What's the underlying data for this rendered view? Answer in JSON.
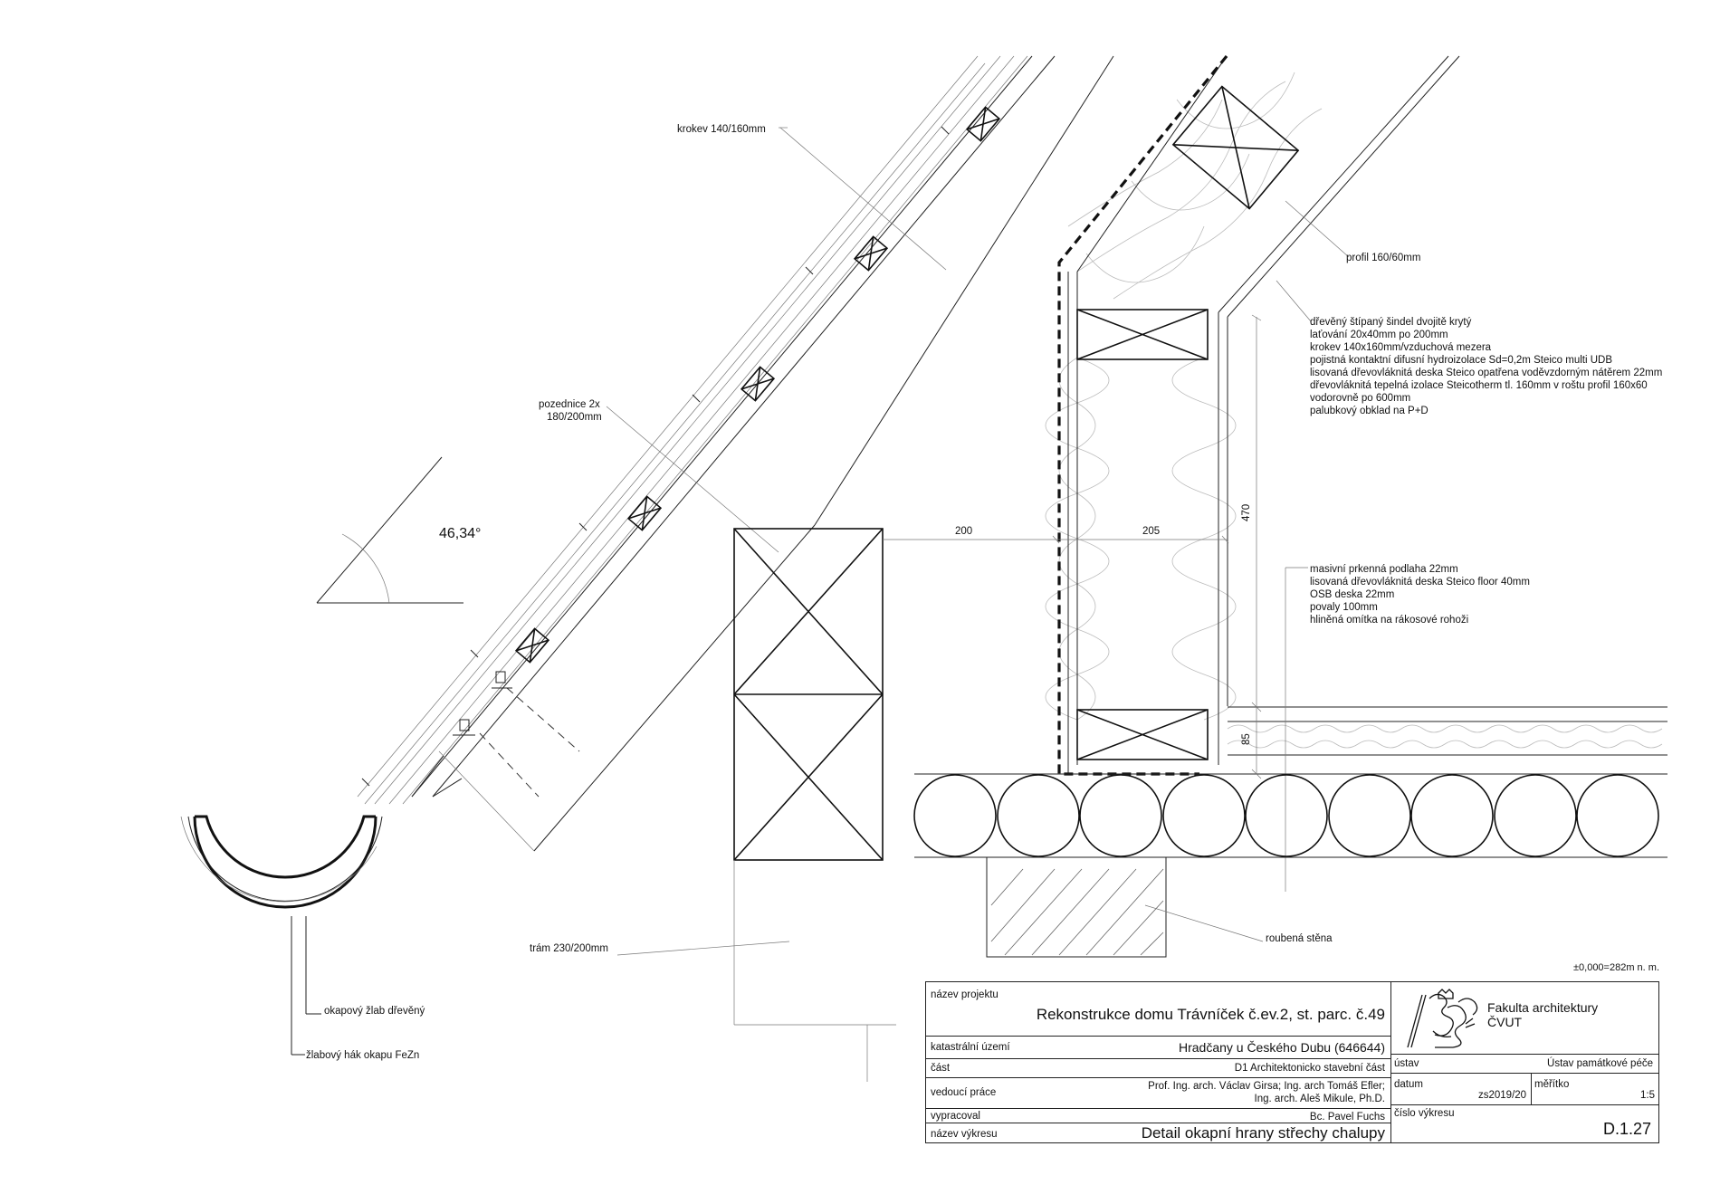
{
  "labels": {
    "krokev": "krokev 140/160mm",
    "profil": "profil 160/60mm",
    "pozednice_line1": "pozednice 2x",
    "pozednice_line2": "180/200mm",
    "angle": "46,34°",
    "tram": "trám 230/200mm",
    "roubena": "roubená stěna",
    "okapovy_zlab": "okapový žlab dřevěný",
    "zlabovy_hak": "žlabový hák okapu FeZn",
    "level": "±0,000=282m n. m."
  },
  "dimensions": {
    "d200": "200",
    "d205": "205",
    "d470": "470",
    "d85": "85"
  },
  "roof_layers": [
    "dřevěný štípaný šindel dvojitě krytý",
    "laťování 20x40mm po 200mm",
    "krokev 140x160mm/vzduchová mezera",
    "pojistná kontaktní difusní hydroizolace Sd=0,2m Steico multi UDB",
    "lisovaná dřevovláknitá deska Steico opatřena voděvzdorným nátěrem 22mm",
    "dřevovláknitá tepelná izolace Steicotherm tl. 160mm v roštu profil 160x60",
    "vodorovně po 600mm",
    "palubkový obklad na P+D"
  ],
  "floor_layers": [
    "masivní prkenná podlaha 22mm",
    "lisovaná dřevovláknitá deska Steico floor 40mm",
    "OSB deska 22mm",
    "povaly 100mm",
    "hliněná omítka na rákosové rohoži"
  ],
  "title_block": {
    "project_key": "název projektu",
    "project_value": "Rekonstrukce domu Trávníček č.ev.2, st. parc. č.49",
    "cadastre_key": "katastrální území",
    "cadastre_value": "Hradčany u Českého Dubu (646644)",
    "part_key": "část",
    "part_value": "D1  Architektonicko stavební část",
    "supervisor_key": "vedoucí práce",
    "supervisor_line1": "Prof. Ing. arch. Václav Girsa; Ing. arch Tomáš Efler;",
    "supervisor_line2": "Ing. arch. Aleš Mikule, Ph.D.",
    "author_key": "vypracoval",
    "author_value": "Bc. Pavel Fuchs",
    "drawing_key": "název výkresu",
    "drawing_value": "Detail okapní hrany střechy chalupy",
    "faculty_line1": "Fakulta architektury",
    "faculty_line2": "ČVUT",
    "institute_key": "ústav",
    "institute_value": "Ústav památkové péče",
    "date_key": "datum",
    "date_value": "zs2019/20",
    "scale_key": "měřítko",
    "scale_value": "1:5",
    "number_key": "číslo výkresu",
    "number_value": "D.1.27"
  },
  "icons": {
    "logo": "faculty-lion-logo-icon"
  }
}
